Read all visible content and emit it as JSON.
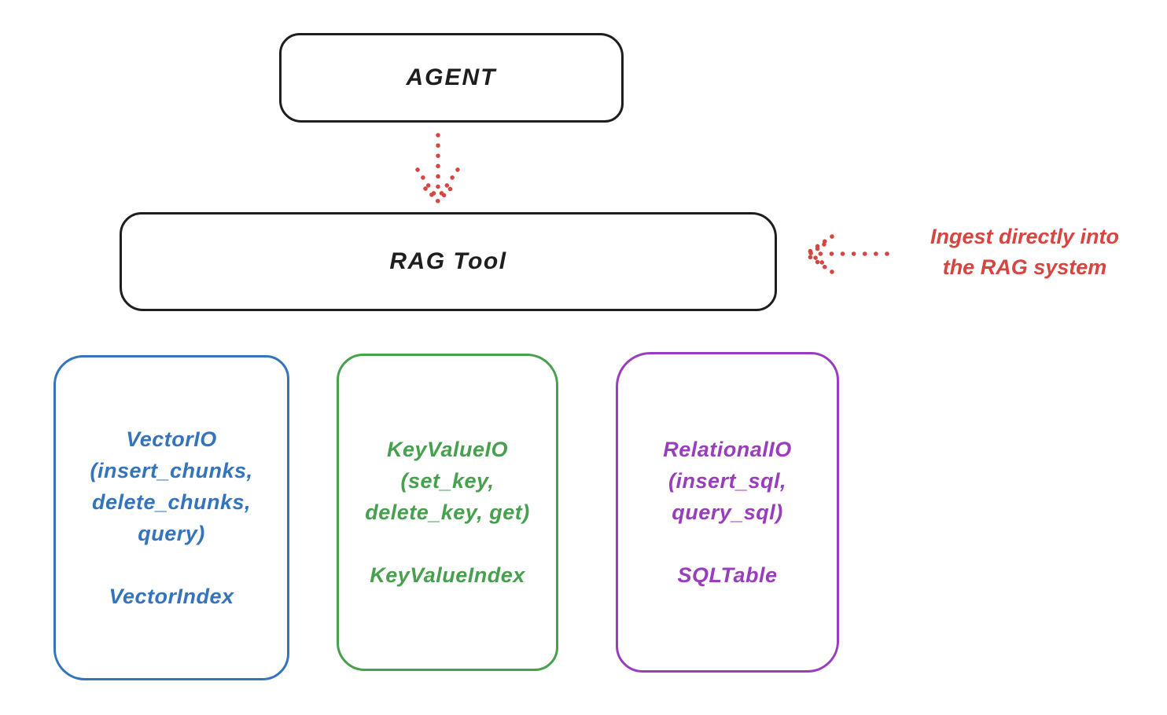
{
  "canvas": {
    "background": "#ffffff",
    "stroke_black": "#1e1e1e"
  },
  "nodes": {
    "agent": {
      "label": "AGENT"
    },
    "rag_tool": {
      "label": "RAG Tool"
    },
    "stores": [
      {
        "id": "vector-io",
        "color": "#3374bd",
        "lines": [
          "VectorIO",
          "(insert_chunks,",
          "delete_chunks,",
          "query)"
        ],
        "index_label": "VectorIndex"
      },
      {
        "id": "keyvalue-io",
        "color": "#46a04d",
        "lines": [
          "KeyValueIO",
          "(set_key,",
          "delete_key, get)"
        ],
        "index_label": "KeyValueIndex"
      },
      {
        "id": "relational-io",
        "color": "#9a3dbd",
        "lines": [
          "RelationalIO",
          "(insert_sql,",
          "query_sql)"
        ],
        "index_label": "SQLTable"
      }
    ]
  },
  "annotation": {
    "lines": [
      "Ingest directly into",
      "the RAG system"
    ],
    "color": "#d64540"
  },
  "connectors": [
    {
      "id": "agent-to-rag",
      "style": "dotted",
      "direction": "down",
      "color": "#d64540"
    },
    {
      "id": "annotation-to-rag",
      "style": "dotted",
      "direction": "left",
      "color": "#d64540"
    }
  ]
}
